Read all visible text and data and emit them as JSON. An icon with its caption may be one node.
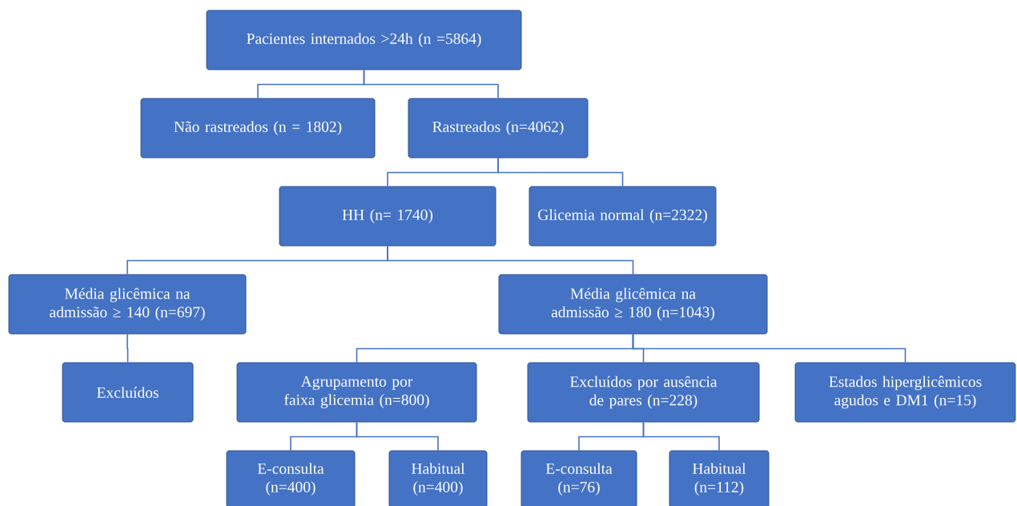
{
  "diagram": {
    "nodes": [
      {
        "text": [
          "Pacientes internados >24h  (n =5864)"
        ]
      },
      {
        "text": [
          "Não rastreados (n = 1802)"
        ]
      },
      {
        "text": [
          "Rastreados (n=4062)"
        ]
      },
      {
        "text": [
          "HH (n= 1740)"
        ]
      },
      {
        "text": [
          "Glicemia normal (n=2322)"
        ]
      },
      {
        "text": [
          "Média glicêmica na admissão ≥ 140 (n=697)"
        ]
      },
      {
        "text": [
          "Média glicêmica na admissão ≥ 180 (n=1043)"
        ]
      },
      {
        "text": [
          "Excluídos"
        ]
      },
      {
        "text": [
          "Agrupamento por faixa glicemia (n=800)"
        ]
      },
      {
        "text": [
          "Excluídos por ausência de pares (n=228)"
        ]
      },
      {
        "text": [
          "Estados hiperglicêmicos agudos e DM1 (n=15)"
        ]
      },
      {
        "text": [
          "E-consulta (n=400)"
        ]
      },
      {
        "text": [
          "Habitual (n=400)"
        ]
      },
      {
        "text": [
          "E-consulta (n=76)"
        ]
      },
      {
        "text": [
          "Habitual (n=112)"
        ]
      }
    ],
    "edges": [
      {
        "from": 0,
        "to": 1,
        "arrow": "none"
      },
      {
        "from": 0,
        "to": 2,
        "arrow": "none"
      },
      {
        "from": 2,
        "to": 3,
        "arrow": "none"
      },
      {
        "from": 2,
        "to": 4,
        "arrow": "none"
      },
      {
        "from": 3,
        "to": 5,
        "arrow": "none"
      },
      {
        "from": 3,
        "to": 6,
        "arrow": "none"
      },
      {
        "from": 5,
        "to": 7,
        "arrow": "none"
      },
      {
        "from": 6,
        "to": 8,
        "arrow": "none"
      },
      {
        "from": 6,
        "to": 9,
        "arrow": "none"
      },
      {
        "from": 6,
        "to": 10,
        "arrow": "none"
      },
      {
        "from": 8,
        "to": 11,
        "arrow": "none"
      },
      {
        "from": 8,
        "to": 12,
        "arrow": "none"
      },
      {
        "from": 9,
        "to": 13,
        "arrow": "none"
      },
      {
        "from": 9,
        "to": 14,
        "arrow": "none"
      }
    ]
  }
}
